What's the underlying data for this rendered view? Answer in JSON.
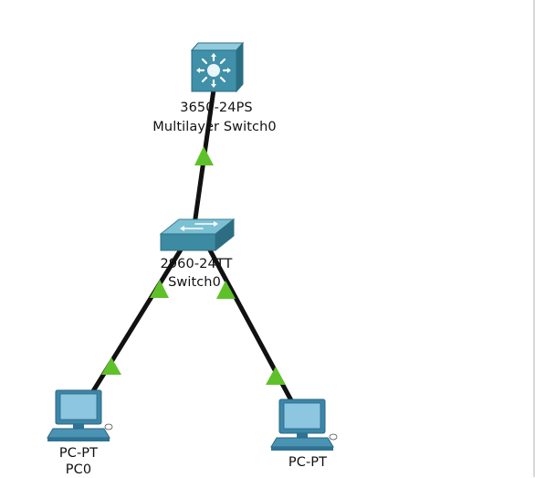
{
  "colors": {
    "link": "#111111",
    "link_indicator_up": "#5fc12a",
    "switch_body": "#3d8ca3",
    "switch_top": "#6fb8cc",
    "pc_screen": "#7fb8d8",
    "pc_body": "#3d86a8"
  },
  "devices": {
    "multilayer_switch": {
      "model": "3650-24PS",
      "name": "Multilayer Switch0",
      "icon": "multilayer-switch-icon"
    },
    "switch": {
      "model": "2960-24TT",
      "name": "Switch0",
      "icon": "switch-icon"
    },
    "pc0": {
      "model": "PC-PT",
      "name": "PC0",
      "icon": "pc-icon"
    },
    "pc1": {
      "model": "PC-PT",
      "name": "",
      "icon": "pc-icon"
    }
  },
  "links": [
    {
      "from": "multilayer_switch",
      "to": "switch",
      "status": "up"
    },
    {
      "from": "switch",
      "to": "pc0",
      "status": "up"
    },
    {
      "from": "switch",
      "to": "pc1",
      "status": "up"
    }
  ]
}
